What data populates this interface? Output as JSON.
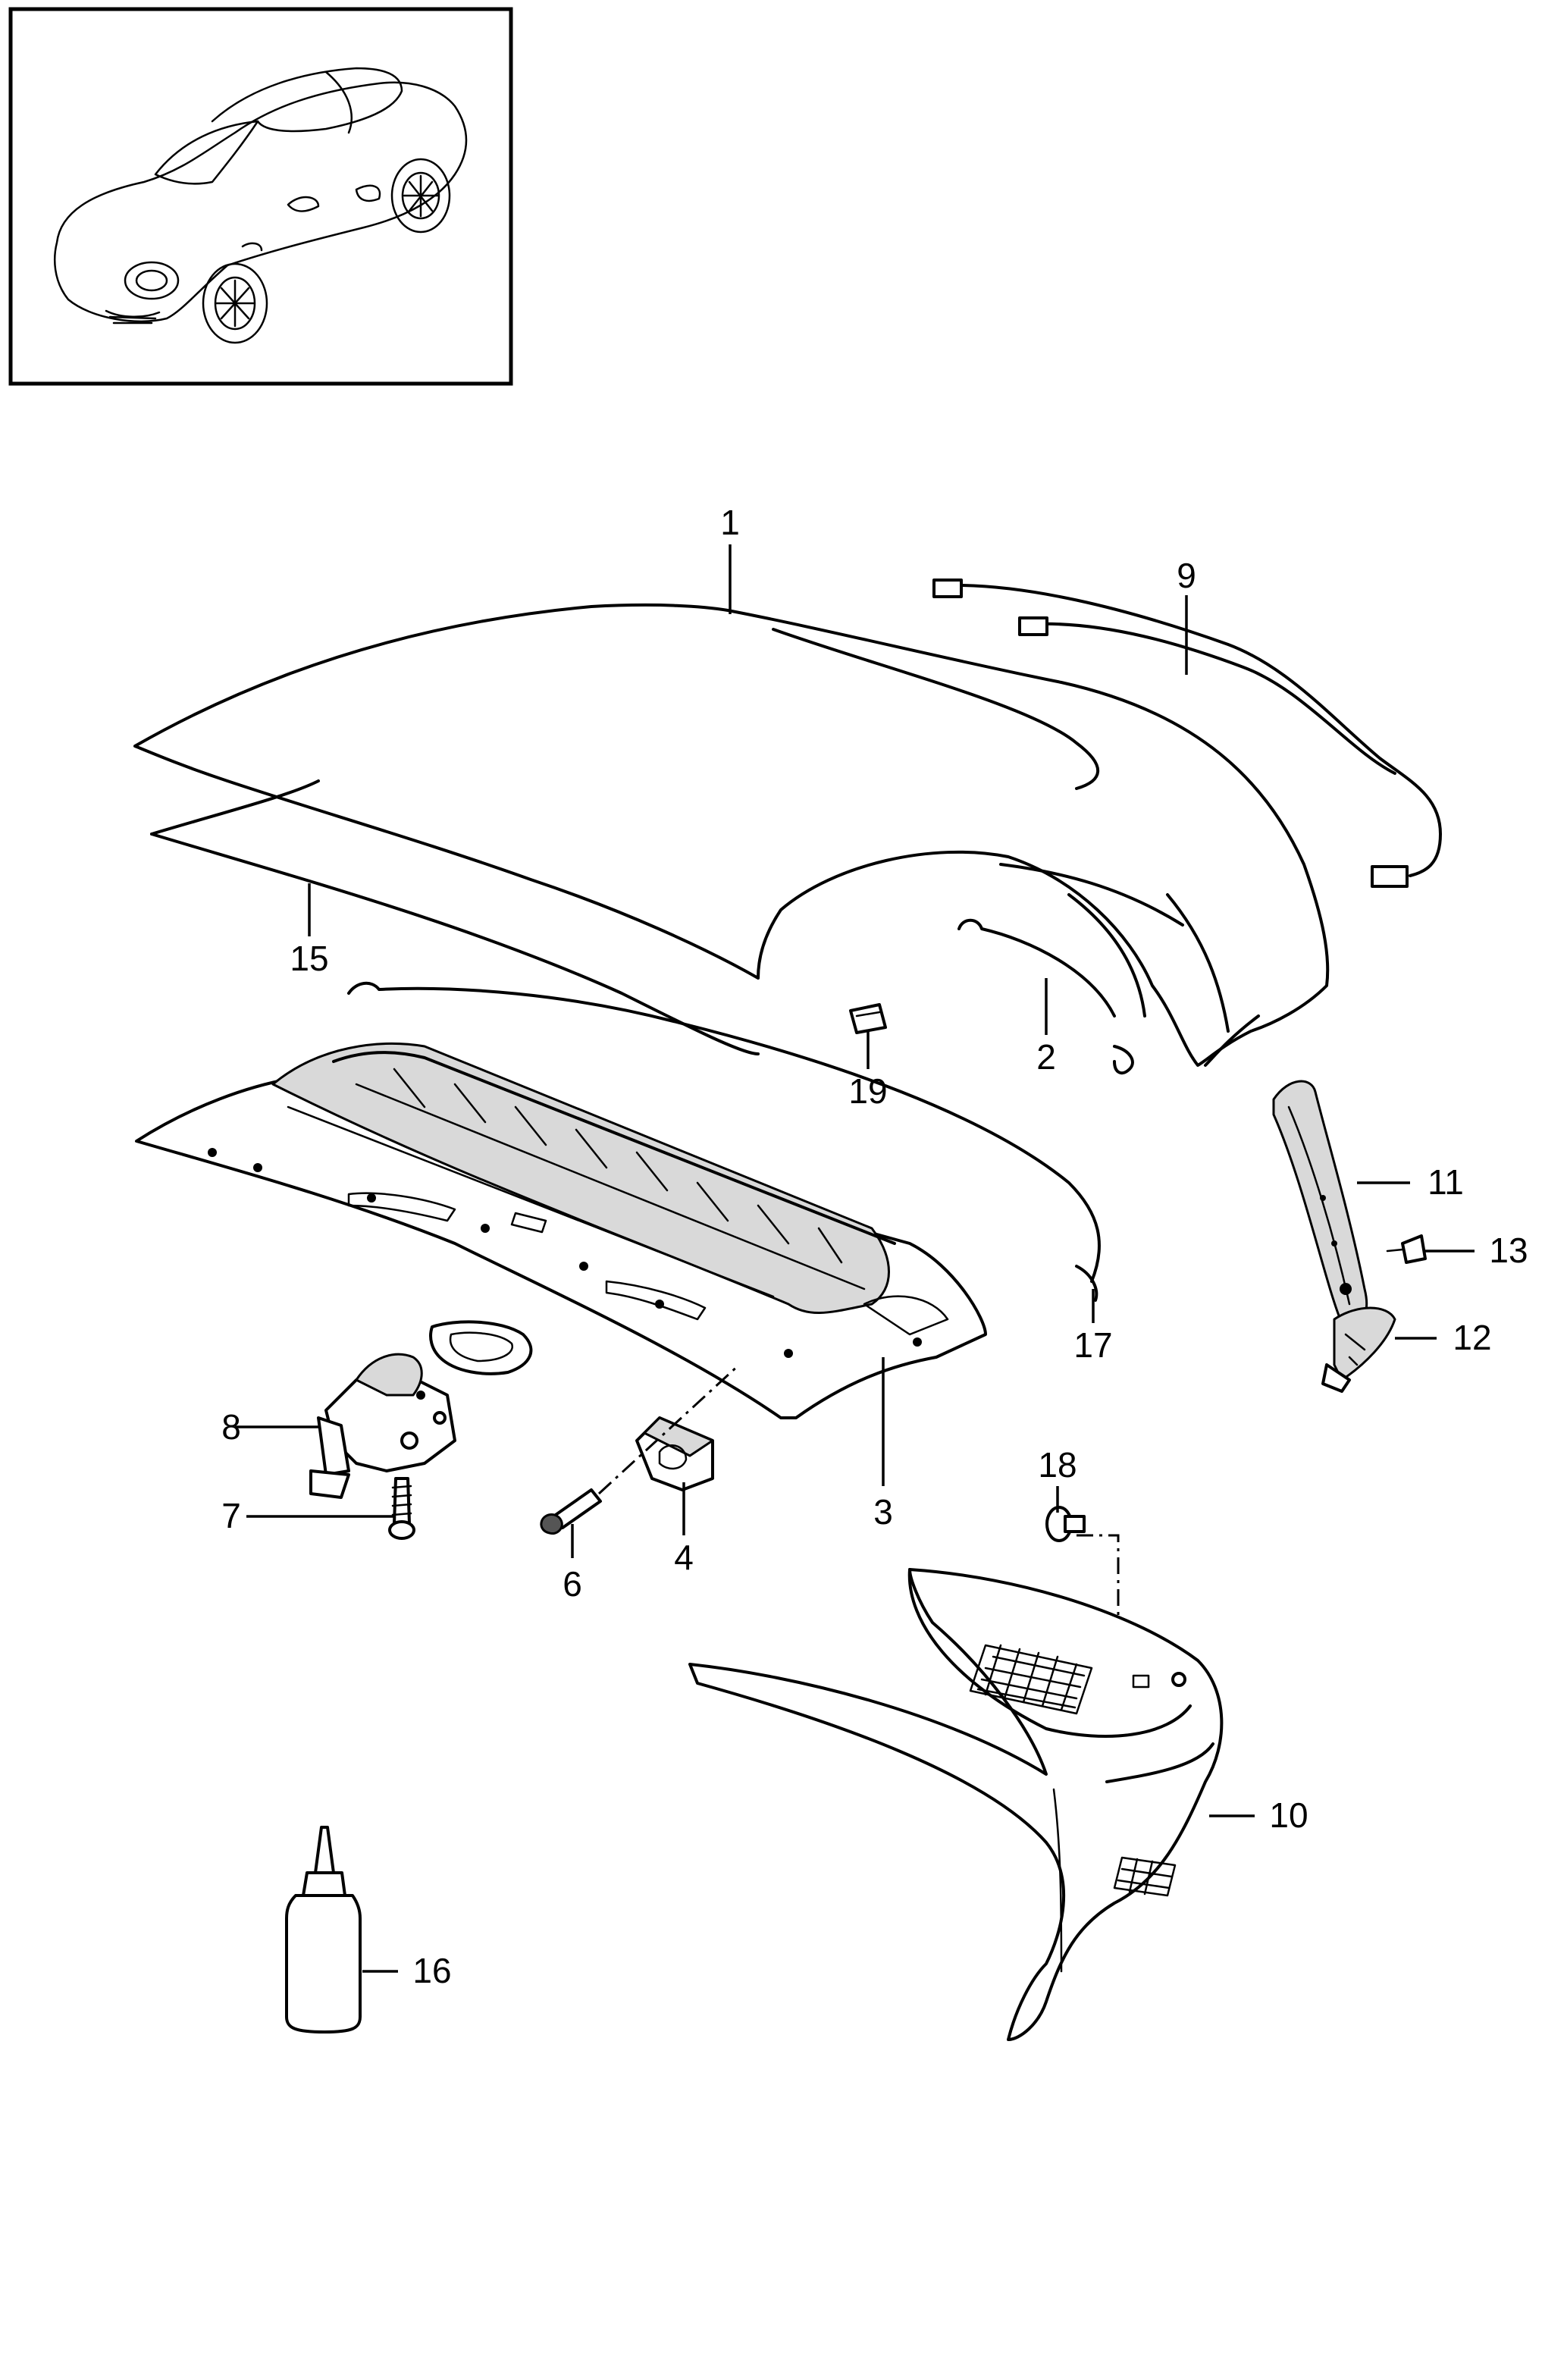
{
  "callouts": [
    {
      "id": "1",
      "label": "1"
    },
    {
      "id": "2",
      "label": "2"
    },
    {
      "id": "3",
      "label": "3"
    },
    {
      "id": "4",
      "label": "4"
    },
    {
      "id": "6",
      "label": "6"
    },
    {
      "id": "7",
      "label": "7"
    },
    {
      "id": "8",
      "label": "8"
    },
    {
      "id": "9",
      "label": "9"
    },
    {
      "id": "10",
      "label": "10"
    },
    {
      "id": "11",
      "label": "11"
    },
    {
      "id": "12",
      "label": "12"
    },
    {
      "id": "13",
      "label": "13"
    },
    {
      "id": "15",
      "label": "15"
    },
    {
      "id": "16",
      "label": "16"
    },
    {
      "id": "17",
      "label": "17"
    },
    {
      "id": "18",
      "label": "18"
    },
    {
      "id": "19",
      "label": "19"
    }
  ],
  "icons": {
    "thumbnail": "roadster-car-icon",
    "bottle": "adhesive-bottle-icon"
  }
}
